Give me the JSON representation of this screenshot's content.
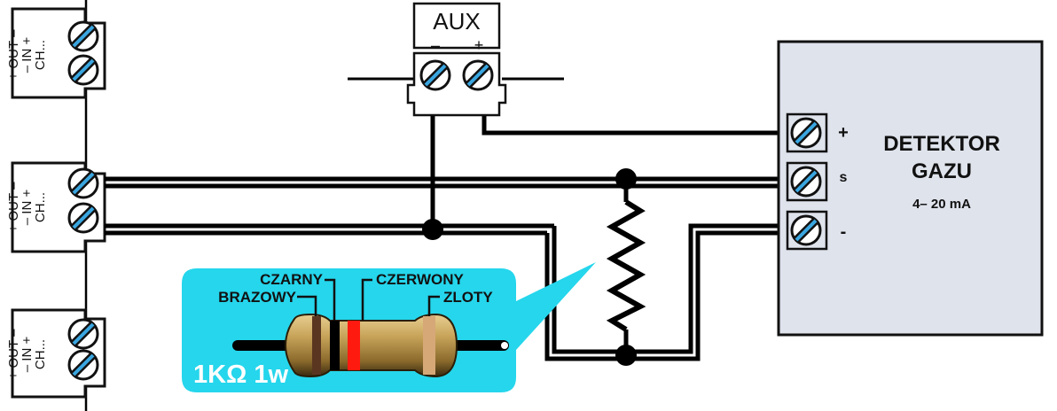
{
  "modules": {
    "label_plus_out_minus": "+ OUT –",
    "label_in": "– IN +",
    "label_ch": "CH..."
  },
  "aux": {
    "title": "AUX",
    "minus": "–",
    "plus": "+"
  },
  "detector": {
    "title_line1": "DETEKTOR",
    "title_line2": "GAZU",
    "range": "4– 20 mA",
    "term_plus": "+",
    "term_s": "s",
    "term_minus": "-"
  },
  "resistor": {
    "value": "1KΩ 1w",
    "band_brown": "BRAZOWY",
    "band_black": "CZARNY",
    "band_red": "CZERWONY",
    "band_gold": "ZLOTY"
  },
  "colors": {
    "wire": "#000000",
    "callout": "#25d6ec",
    "detector_fill": "#dfe3ec",
    "screw": "#3aa6e0",
    "band_brown": "#5a3620",
    "band_black": "#000000",
    "band_red": "#ff1a10",
    "band_gold": "#d6a878"
  }
}
